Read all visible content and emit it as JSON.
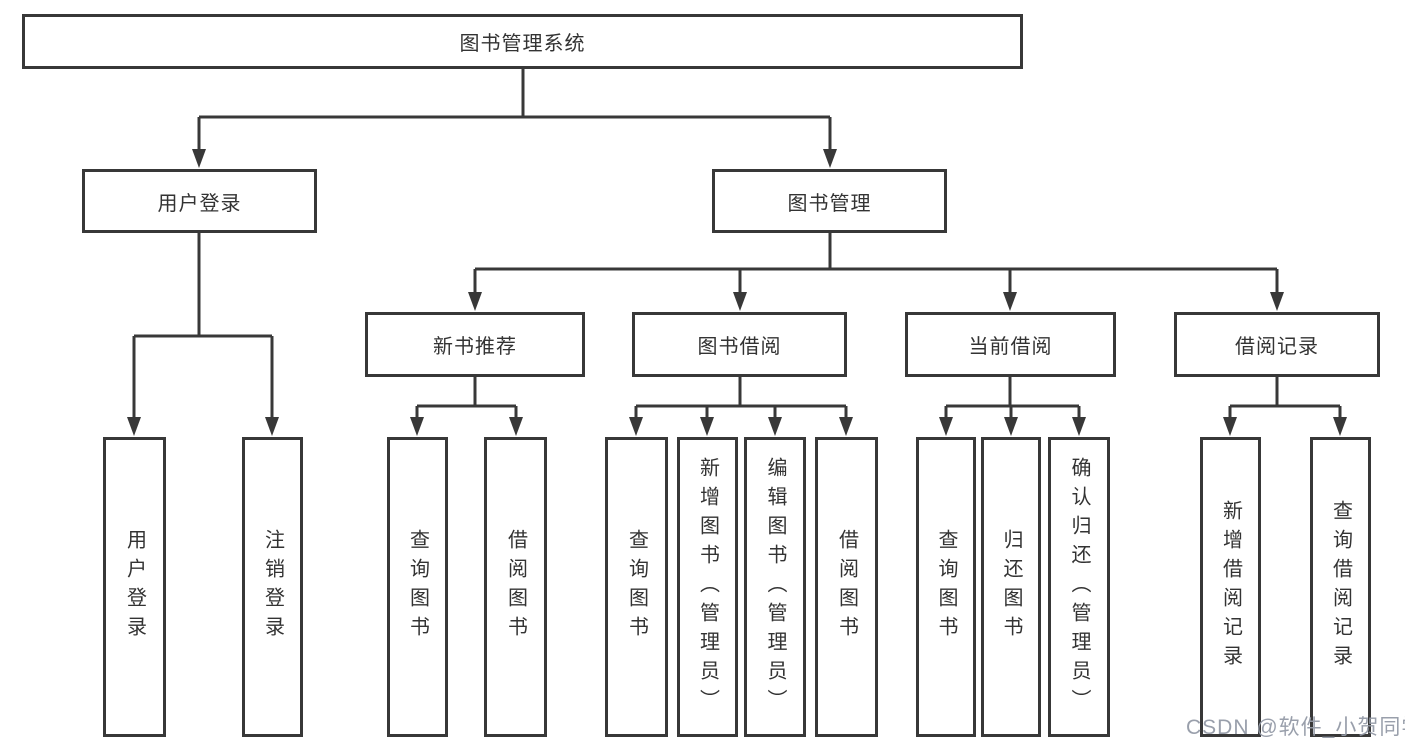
{
  "tree": {
    "label": "图书管理系统",
    "children": [
      {
        "label": "用户登录",
        "children": [
          {
            "label": "用户登录"
          },
          {
            "label": "注销登录"
          }
        ]
      },
      {
        "label": "图书管理",
        "children": [
          {
            "label": "新书推荐",
            "children": [
              {
                "label": "查询图书"
              },
              {
                "label": "借阅图书"
              }
            ]
          },
          {
            "label": "图书借阅",
            "children": [
              {
                "label": "查询图书"
              },
              {
                "label": "新增图书（管理员）"
              },
              {
                "label": "编辑图书（管理员）"
              },
              {
                "label": "借阅图书"
              }
            ]
          },
          {
            "label": "当前借阅",
            "children": [
              {
                "label": "查询图书"
              },
              {
                "label": "归还图书"
              },
              {
                "label": "确认归还（管理员）"
              }
            ]
          },
          {
            "label": "借阅记录",
            "children": [
              {
                "label": "新增借阅记录"
              },
              {
                "label": "查询借阅记录"
              }
            ]
          }
        ]
      }
    ]
  },
  "watermark": {
    "text": "CSDN @软件_小贺同学"
  },
  "colors": {
    "line": "#383838",
    "text": "#333333",
    "watermark": "#949aa6"
  }
}
